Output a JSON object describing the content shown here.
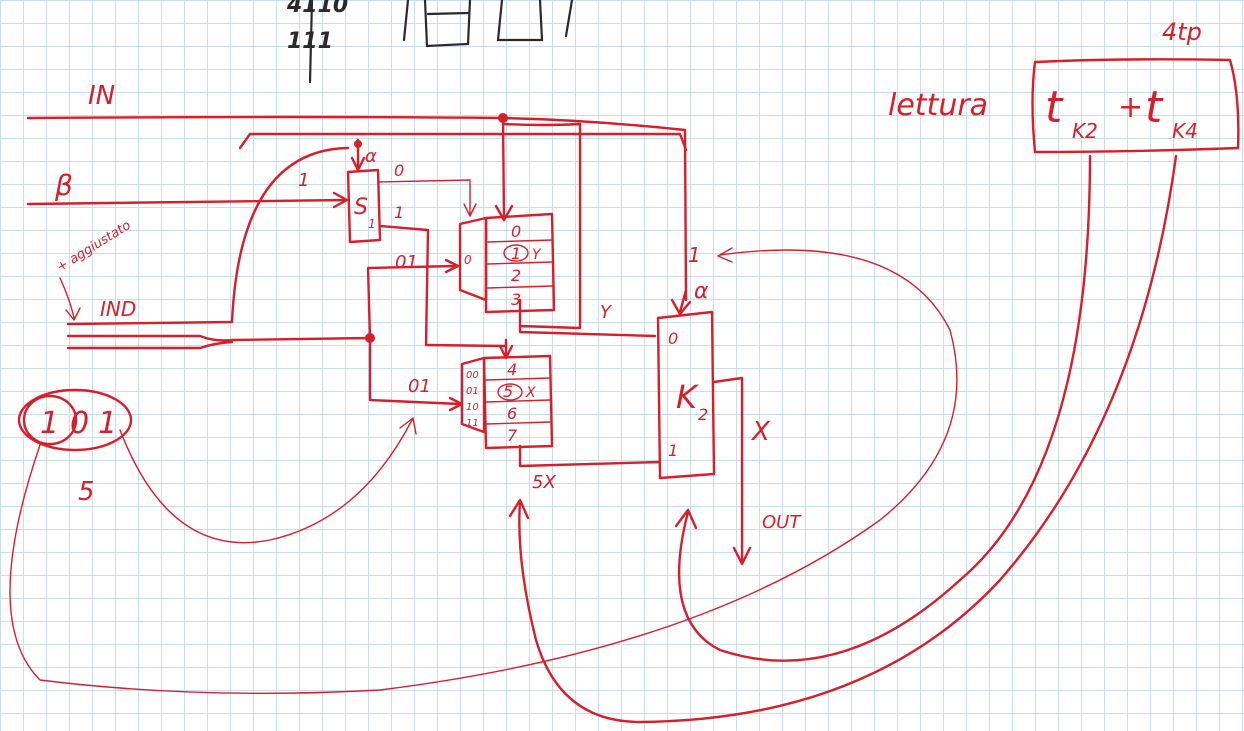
{
  "top": {
    "bits_top": "4110",
    "bits_bottom": "111"
  },
  "corner": {
    "annotation": "4tp"
  },
  "reading": {
    "word": "lettura",
    "term1_base": "t",
    "term1_sub": "K2",
    "plus": "+",
    "term2_base": "t",
    "term2_sub": "K4"
  },
  "inputs": {
    "in": "IN",
    "beta": "β",
    "ind": "IND",
    "aggiustato": "+ aggiustato",
    "beta_bit": "1"
  },
  "selector": {
    "name": "S",
    "sub": "1",
    "alpha": "α",
    "out0": "0",
    "out1": "1",
    "in1": "1"
  },
  "bank_top": {
    "rows": [
      "0",
      "1",
      "2",
      "3"
    ],
    "sel": "0",
    "y": "Y"
  },
  "bank_bottom": {
    "rows": [
      "4",
      "5",
      "6",
      "7"
    ],
    "codes": [
      "00",
      "01",
      "10",
      "11"
    ],
    "x": "X"
  },
  "wires": {
    "addr1": "01",
    "addr2": "01",
    "y": "Y",
    "x": "X",
    "one": "1",
    "alpha": "α",
    "fivex": "5X"
  },
  "k2": {
    "name": "K",
    "sub": "2",
    "in0": "0",
    "in1": "1"
  },
  "out": {
    "label": "OUT"
  },
  "address": {
    "bits": [
      "1",
      "0",
      "1"
    ],
    "value": "5"
  }
}
